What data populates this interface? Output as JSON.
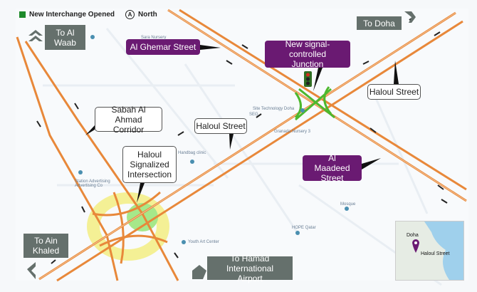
{
  "legend": {
    "interchange": "New Interchange Opened",
    "north_symbol": "A",
    "north": "North",
    "interchange_color": "#1d8a2a"
  },
  "labels": {
    "to_al_waab": "To Al Waab",
    "al_ghemar": "Al Ghemar Street",
    "new_junction": "New signal-controlled Junction",
    "to_doha": "To Doha",
    "haloul_right": "Haloul Street",
    "sabah": "Sabah Al Ahmad Corridor",
    "haloul_mid": "Haloul Street",
    "haloul_intersection": "Haloul Signalized Intersection",
    "al_maadeed": "Al Maadeed Street",
    "to_ain_khaled": "To Ain Khaled",
    "to_hamad": "To Hamad International Airport"
  },
  "pois": {
    "sara": "Sara Nursery",
    "site_tech": "Site Technology Doha",
    "seg": "SEG",
    "granada": "Granada Nursery 3",
    "handbag": "Handbag clinic",
    "station": "Station Advertising Advertising Co",
    "mosque": "Mosque",
    "hope": "HOPE Qatar",
    "youth": "Youth Art Center"
  },
  "inset": {
    "city": "Doha",
    "street": "Haloul Street"
  },
  "colors": {
    "road": "#e8883a",
    "purple": "#6a1a72",
    "gray": "#65706c",
    "green": "#4cb82e",
    "yellow": "#f3ee8a"
  }
}
